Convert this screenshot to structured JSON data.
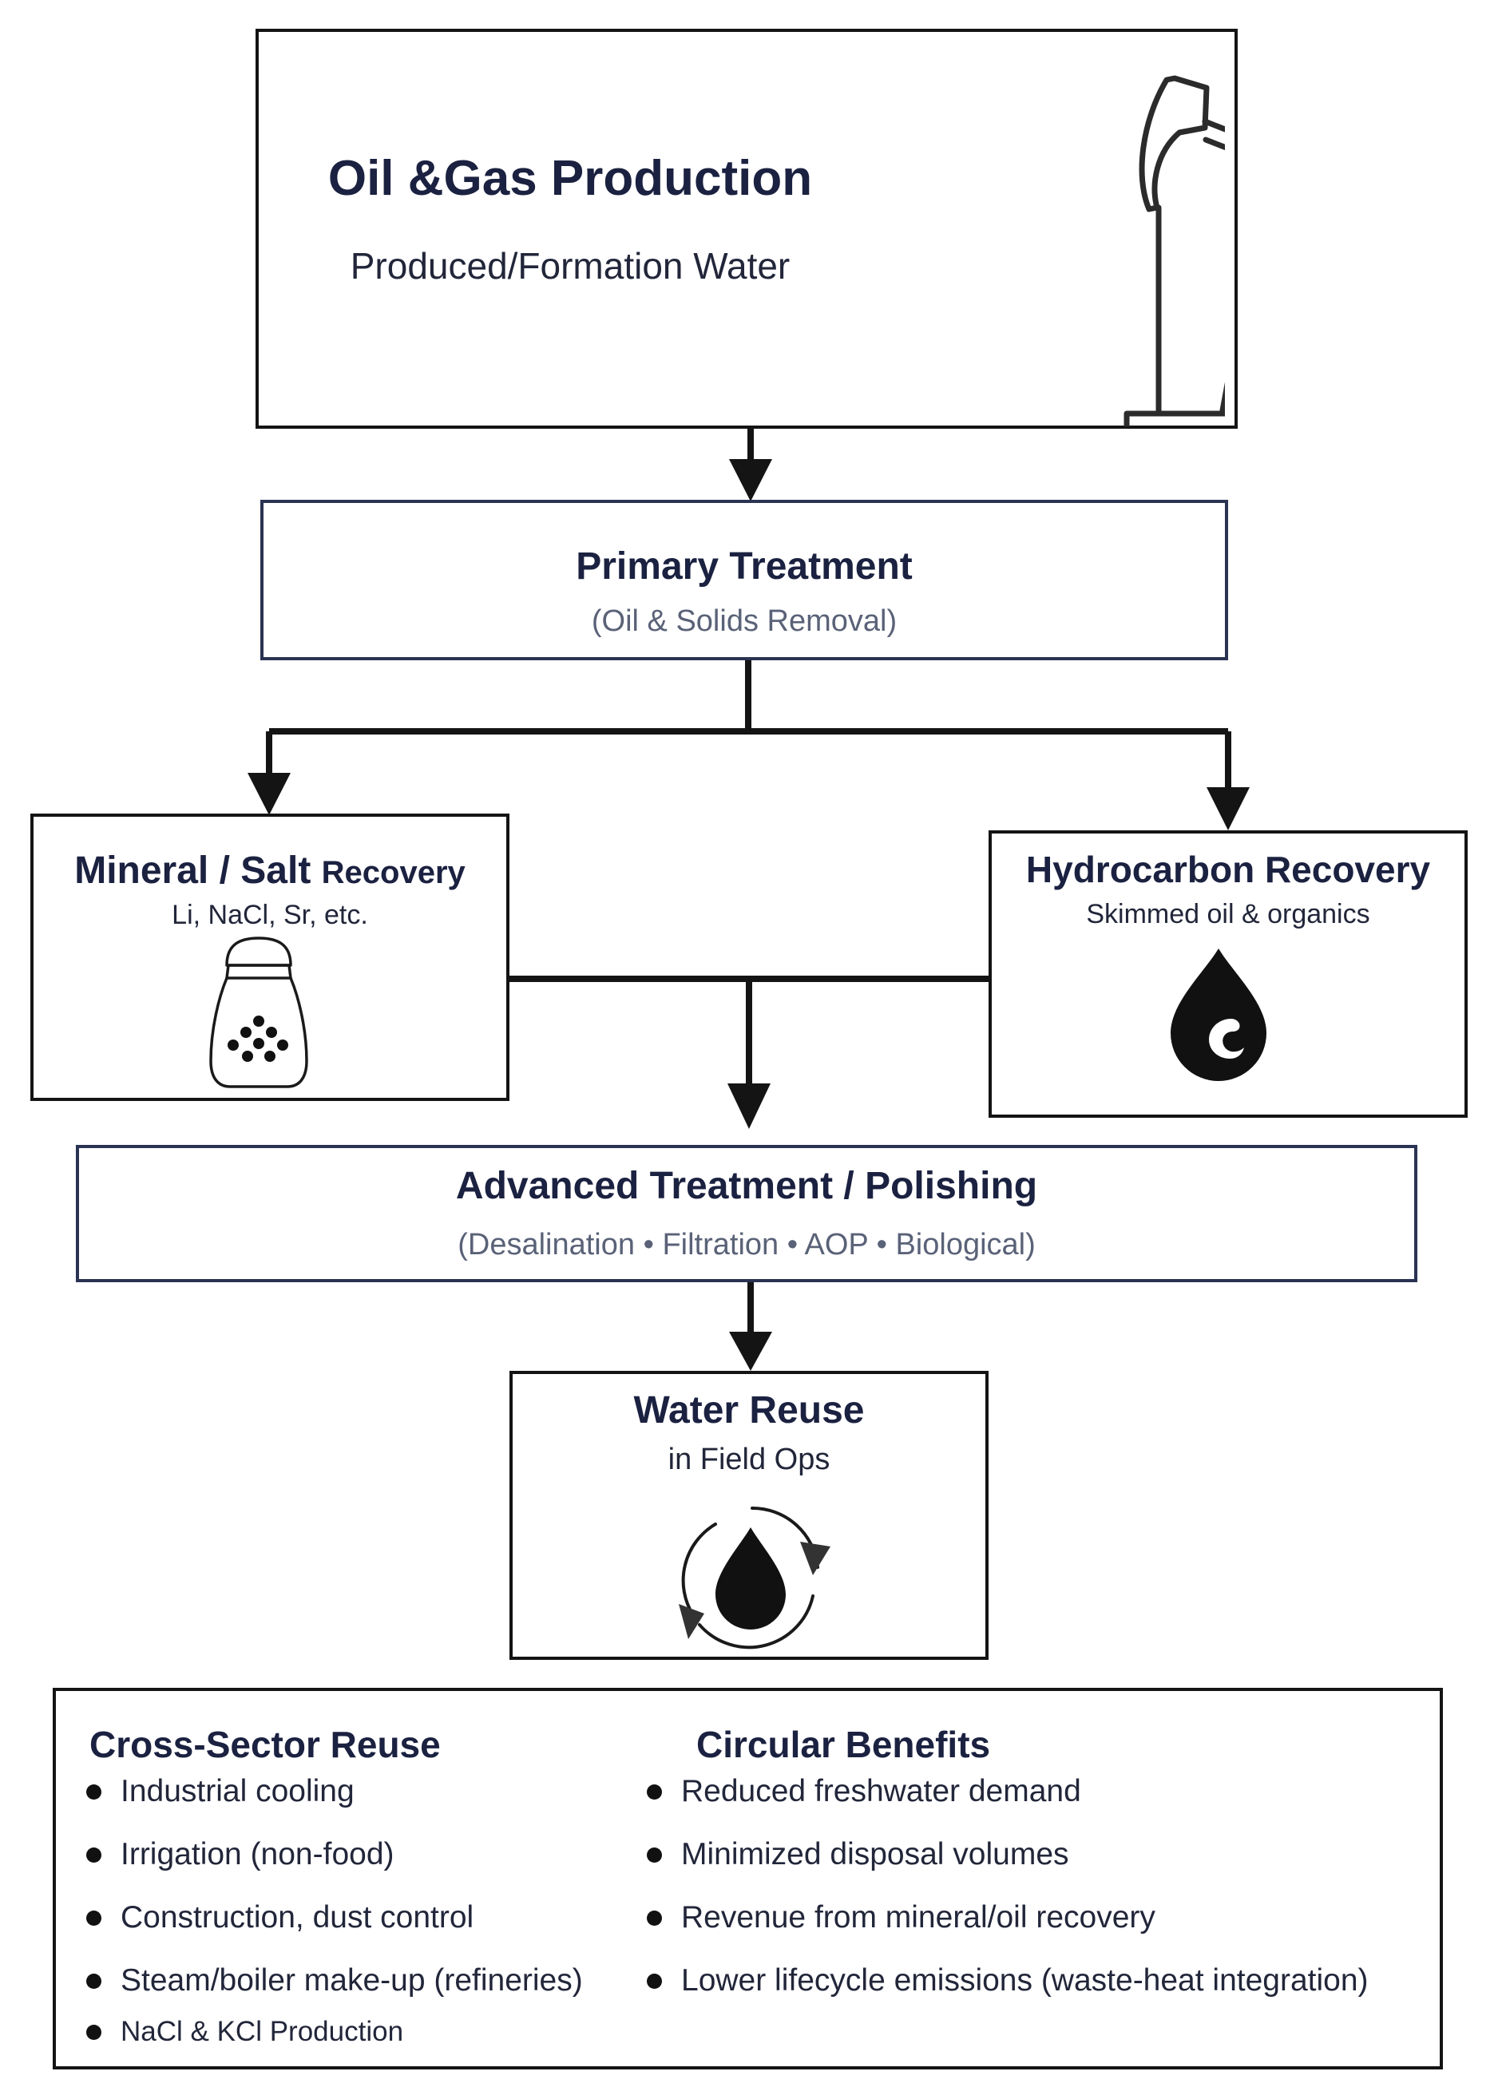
{
  "production": {
    "title": "Oil &Gas Production",
    "subtitle": "Produced/Formation Water",
    "icon": "pumpjack-icon"
  },
  "primary": {
    "title": "Primary Treatment",
    "subtitle": "(Oil & Solids Removal)"
  },
  "mineral": {
    "title_main": "Mineral / Salt",
    "title_tail": "Recovery",
    "subtitle": "Li, NaCl, Sr, etc.",
    "icon": "salt-shaker-icon"
  },
  "hydrocarbon": {
    "title": "Hydrocarbon Recovery",
    "subtitle": "Skimmed oil & organics",
    "icon": "oil-drop-icon"
  },
  "advanced": {
    "title": "Advanced Treatment / Polishing",
    "subtitle": "(Desalination • Filtration • AOP • Biological)"
  },
  "reuse": {
    "title": "Water Reuse",
    "subtitle": "in Field Ops",
    "icon": "recycle-drop-icon"
  },
  "cross_sector": {
    "title": "Cross-Sector Reuse",
    "items": [
      "Industrial cooling",
      "Irrigation (non-food)",
      "Construction, dust control",
      "Steam/boiler make-up (refineries)",
      "NaCl & KCl Production"
    ]
  },
  "circular": {
    "title": "Circular Benefits",
    "items": [
      "Reduced freshwater demand",
      "Minimized disposal volumes",
      "Revenue from mineral/oil recovery",
      "Lower lifecycle emissions (waste-heat integration)"
    ]
  },
  "colors": {
    "line": "#141414",
    "title_navy": "#1b2140",
    "subtitle_gray": "#5a6278",
    "box_border_navy": "#2a3353"
  }
}
